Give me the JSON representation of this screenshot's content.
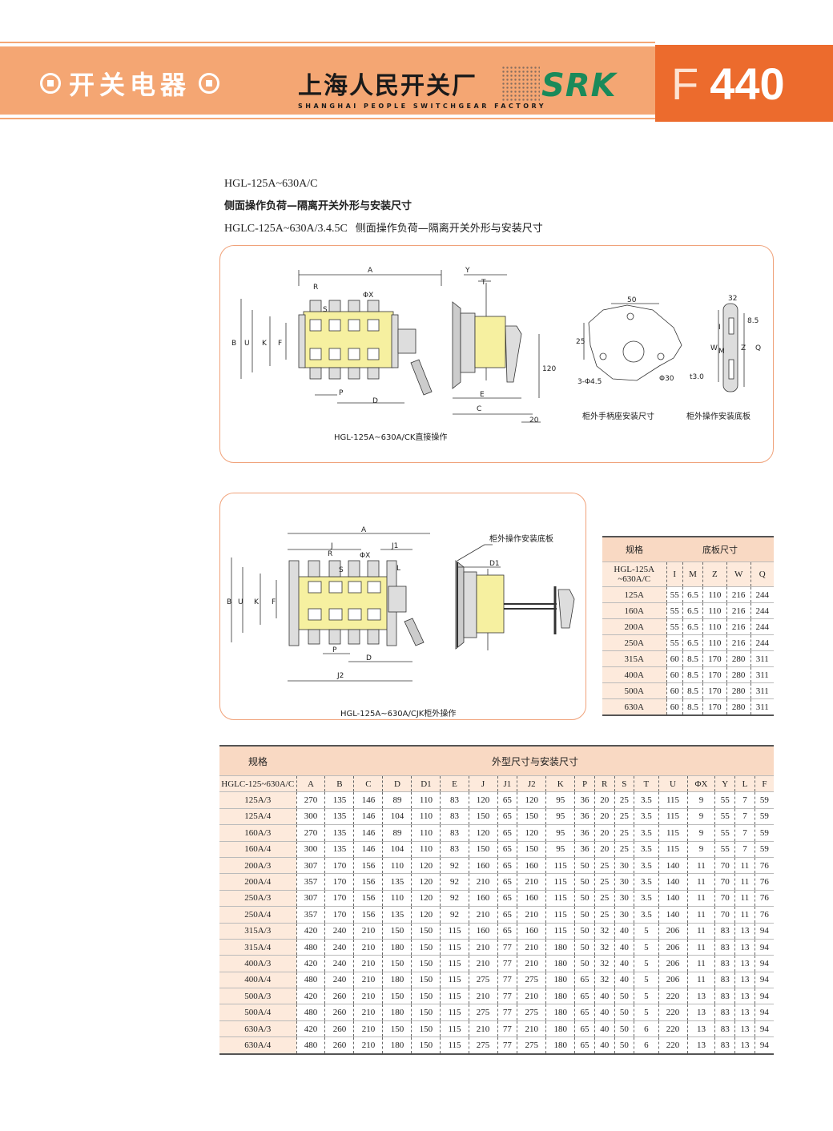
{
  "header": {
    "category": "开关电器",
    "company_cn": "上海人民开关厂",
    "company_en": "SHANGHAI PEOPLE SWITCHGEAR FACTORY",
    "brand": "SRK",
    "page_prefix": "F",
    "page_number": "440"
  },
  "titles": {
    "line1": "HGL-125A~630A/C",
    "line2": "侧面操作负荷—隔离开关外形与安装尺寸",
    "line3_model": "HGLC-125A~630A/3.4.5C",
    "line3_text": "侧面操作负荷—隔离开关外形与安装尺寸"
  },
  "drawing1": {
    "caption": "HGL-125A~630A/CK直接操作",
    "handle_caption": "柜外手柄座安装尺寸",
    "plate_caption": "柜外操作安装底板",
    "labels": [
      "A",
      "R",
      "ΦX",
      "S",
      "B",
      "U",
      "K",
      "F",
      "P",
      "D",
      "Y",
      "T",
      "E",
      "C",
      "120",
      "20",
      "50",
      "25",
      "3-Φ4.5",
      "Φ30",
      "32",
      "8.5",
      "W",
      "M",
      "Z",
      "Q",
      "I",
      "t3.0"
    ]
  },
  "drawing2": {
    "caption": "HGL-125A~630A/CJK柜外操作",
    "plate_label": "柜外操作安装底板",
    "labels": [
      "A",
      "J",
      "J1",
      "R",
      "ΦX",
      "S",
      "L",
      "B",
      "U",
      "K",
      "F",
      "P",
      "D",
      "J2",
      "D1"
    ]
  },
  "base_table": {
    "header_left": "规格",
    "header_right": "底板尺寸",
    "sub_left": "HGL-125A\n~630A/C",
    "cols": [
      "I",
      "M",
      "Z",
      "W",
      "Q"
    ],
    "rows": [
      [
        "125A",
        "55",
        "6.5",
        "110",
        "216",
        "244"
      ],
      [
        "160A",
        "55",
        "6.5",
        "110",
        "216",
        "244"
      ],
      [
        "200A",
        "55",
        "6.5",
        "110",
        "216",
        "244"
      ],
      [
        "250A",
        "55",
        "6.5",
        "110",
        "216",
        "244"
      ],
      [
        "315A",
        "60",
        "8.5",
        "170",
        "280",
        "311"
      ],
      [
        "400A",
        "60",
        "8.5",
        "170",
        "280",
        "311"
      ],
      [
        "500A",
        "60",
        "8.5",
        "170",
        "280",
        "311"
      ],
      [
        "630A",
        "60",
        "8.5",
        "170",
        "280",
        "311"
      ]
    ]
  },
  "main_table": {
    "header_left": "规格",
    "header_right": "外型尺寸与安装尺寸",
    "sub_left": "HGLC-125~630A/C",
    "cols": [
      "A",
      "B",
      "C",
      "D",
      "D1",
      "E",
      "J",
      "J1",
      "J2",
      "K",
      "P",
      "R",
      "S",
      "T",
      "U",
      "ΦX",
      "Y",
      "L",
      "F"
    ],
    "rows": [
      [
        "125A/3",
        "270",
        "135",
        "146",
        "89",
        "110",
        "83",
        "120",
        "65",
        "120",
        "95",
        "36",
        "20",
        "25",
        "3.5",
        "115",
        "9",
        "55",
        "7",
        "59"
      ],
      [
        "125A/4",
        "300",
        "135",
        "146",
        "104",
        "110",
        "83",
        "150",
        "65",
        "150",
        "95",
        "36",
        "20",
        "25",
        "3.5",
        "115",
        "9",
        "55",
        "7",
        "59"
      ],
      [
        "160A/3",
        "270",
        "135",
        "146",
        "89",
        "110",
        "83",
        "120",
        "65",
        "120",
        "95",
        "36",
        "20",
        "25",
        "3.5",
        "115",
        "9",
        "55",
        "7",
        "59"
      ],
      [
        "160A/4",
        "300",
        "135",
        "146",
        "104",
        "110",
        "83",
        "150",
        "65",
        "150",
        "95",
        "36",
        "20",
        "25",
        "3.5",
        "115",
        "9",
        "55",
        "7",
        "59"
      ],
      [
        "200A/3",
        "307",
        "170",
        "156",
        "110",
        "120",
        "92",
        "160",
        "65",
        "160",
        "115",
        "50",
        "25",
        "30",
        "3.5",
        "140",
        "11",
        "70",
        "11",
        "76"
      ],
      [
        "200A/4",
        "357",
        "170",
        "156",
        "135",
        "120",
        "92",
        "210",
        "65",
        "210",
        "115",
        "50",
        "25",
        "30",
        "3.5",
        "140",
        "11",
        "70",
        "11",
        "76"
      ],
      [
        "250A/3",
        "307",
        "170",
        "156",
        "110",
        "120",
        "92",
        "160",
        "65",
        "160",
        "115",
        "50",
        "25",
        "30",
        "3.5",
        "140",
        "11",
        "70",
        "11",
        "76"
      ],
      [
        "250A/4",
        "357",
        "170",
        "156",
        "135",
        "120",
        "92",
        "210",
        "65",
        "210",
        "115",
        "50",
        "25",
        "30",
        "3.5",
        "140",
        "11",
        "70",
        "11",
        "76"
      ],
      [
        "315A/3",
        "420",
        "240",
        "210",
        "150",
        "150",
        "115",
        "160",
        "65",
        "160",
        "115",
        "50",
        "32",
        "40",
        "5",
        "206",
        "11",
        "83",
        "13",
        "94"
      ],
      [
        "315A/4",
        "480",
        "240",
        "210",
        "180",
        "150",
        "115",
        "210",
        "77",
        "210",
        "180",
        "50",
        "32",
        "40",
        "5",
        "206",
        "11",
        "83",
        "13",
        "94"
      ],
      [
        "400A/3",
        "420",
        "240",
        "210",
        "150",
        "150",
        "115",
        "210",
        "77",
        "210",
        "180",
        "50",
        "32",
        "40",
        "5",
        "206",
        "11",
        "83",
        "13",
        "94"
      ],
      [
        "400A/4",
        "480",
        "240",
        "210",
        "180",
        "150",
        "115",
        "275",
        "77",
        "275",
        "180",
        "65",
        "32",
        "40",
        "5",
        "206",
        "11",
        "83",
        "13",
        "94"
      ],
      [
        "500A/3",
        "420",
        "260",
        "210",
        "150",
        "150",
        "115",
        "210",
        "77",
        "210",
        "180",
        "65",
        "40",
        "50",
        "5",
        "220",
        "13",
        "83",
        "13",
        "94"
      ],
      [
        "500A/4",
        "480",
        "260",
        "210",
        "180",
        "150",
        "115",
        "275",
        "77",
        "275",
        "180",
        "65",
        "40",
        "50",
        "5",
        "220",
        "13",
        "83",
        "13",
        "94"
      ],
      [
        "630A/3",
        "420",
        "260",
        "210",
        "150",
        "150",
        "115",
        "210",
        "77",
        "210",
        "180",
        "65",
        "40",
        "50",
        "6",
        "220",
        "13",
        "83",
        "13",
        "94"
      ],
      [
        "630A/4",
        "480",
        "260",
        "210",
        "180",
        "150",
        "115",
        "275",
        "77",
        "275",
        "180",
        "65",
        "40",
        "50",
        "6",
        "220",
        "13",
        "83",
        "13",
        "94"
      ]
    ]
  },
  "colors": {
    "accent": "#ec6b2d",
    "band": "#f4a673",
    "header_cell": "#f9d9c3",
    "brand": "#1a8a5a",
    "yellow": "#f6f0a0"
  }
}
